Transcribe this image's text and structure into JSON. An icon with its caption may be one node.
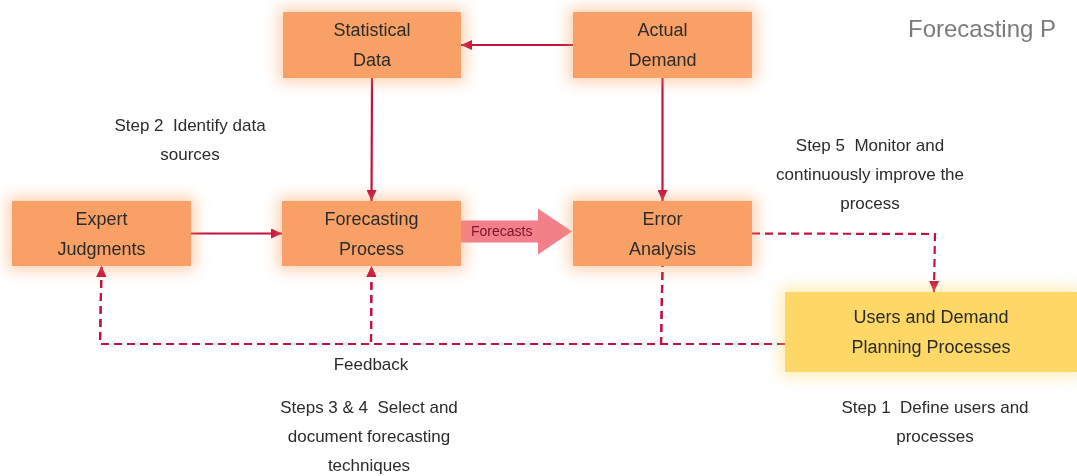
{
  "diagram": {
    "nodes": [
      {
        "text": [
          "Statistical Data"
        ]
      },
      {
        "text": [
          "Actual Demand"
        ]
      },
      {
        "text": [
          "Expert Judgments"
        ]
      },
      {
        "text": [
          "Forecasting Process"
        ]
      },
      {
        "text": [
          "Error Analysis"
        ]
      },
      {
        "text": [
          "Users and Demand Planning Processes"
        ]
      }
    ],
    "edges": [
      {
        "from": 1,
        "to": 0,
        "arrow": "to"
      },
      {
        "from": 0,
        "to": 3,
        "arrow": "to"
      },
      {
        "from": 1,
        "to": 4,
        "arrow": "to"
      },
      {
        "from": 2,
        "to": 3,
        "arrow": "to"
      },
      {
        "from": 3,
        "to": 4,
        "arrow": "to",
        "label": "Forecasts",
        "style": "thick",
        "color": "#f27f8a"
      },
      {
        "from": 4,
        "to": 5,
        "arrow": "to",
        "style": "dashed"
      },
      {
        "from": 5,
        "to": 2,
        "arrow": "to",
        "style": "dashed"
      },
      {
        "from": 5,
        "to": 3,
        "arrow": "to",
        "style": "dashed"
      },
      {
        "from": 4,
        "to": 2,
        "arrow": "to",
        "style": "dashed"
      },
      {
        "from": 4,
        "to": 3,
        "arrow": "to",
        "style": "dashed"
      }
    ],
    "labels": [
      "Forecasting P",
      "Step 2  Identify data sources",
      "Step 5  Monitor and continuously improve the process",
      "Feedback",
      "Steps 3 & 4  Select and document forecasting techniques",
      "Step 1  Define users and processes"
    ]
  }
}
